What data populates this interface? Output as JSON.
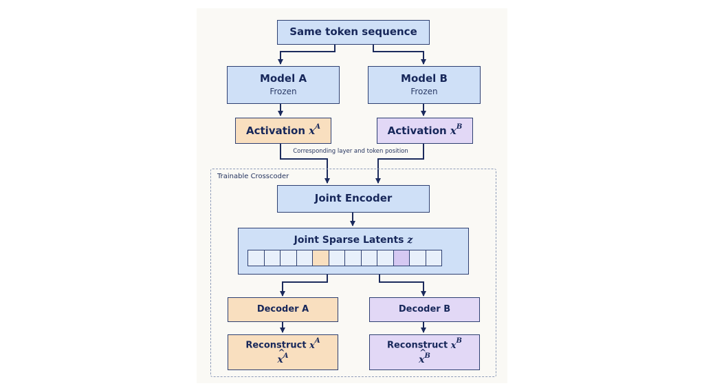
{
  "top": {
    "label": "Same token sequence"
  },
  "model_a": {
    "title": "Model A",
    "sub": "Frozen"
  },
  "model_b": {
    "title": "Model B",
    "sub": "Frozen"
  },
  "act_a": {
    "label": "Activation",
    "var": "x",
    "sup": "A"
  },
  "act_b": {
    "label": "Activation",
    "var": "x",
    "sup": "B"
  },
  "annotation": "Corresponding layer and token position",
  "crosscoder": {
    "label": "Trainable Crosscoder"
  },
  "encoder": {
    "label": "Joint Encoder"
  },
  "latents": {
    "label": "Joint Sparse Latents",
    "var": "z"
  },
  "decoder_a": {
    "label": "Decoder A"
  },
  "decoder_b": {
    "label": "Decoder B"
  },
  "recon_a": {
    "label": "Reconstruct",
    "var": "x",
    "sup": "A",
    "hat_var": "x",
    "hat_sup": "A"
  },
  "recon_b": {
    "label": "Reconstruct",
    "var": "x",
    "sup": "B",
    "hat_var": "x",
    "hat_sup": "B"
  },
  "colors": {
    "blue": "#cfe0f7",
    "orange": "#f9dfbf",
    "purple": "#e2d8f6",
    "stroke": "#1b2a5c"
  }
}
